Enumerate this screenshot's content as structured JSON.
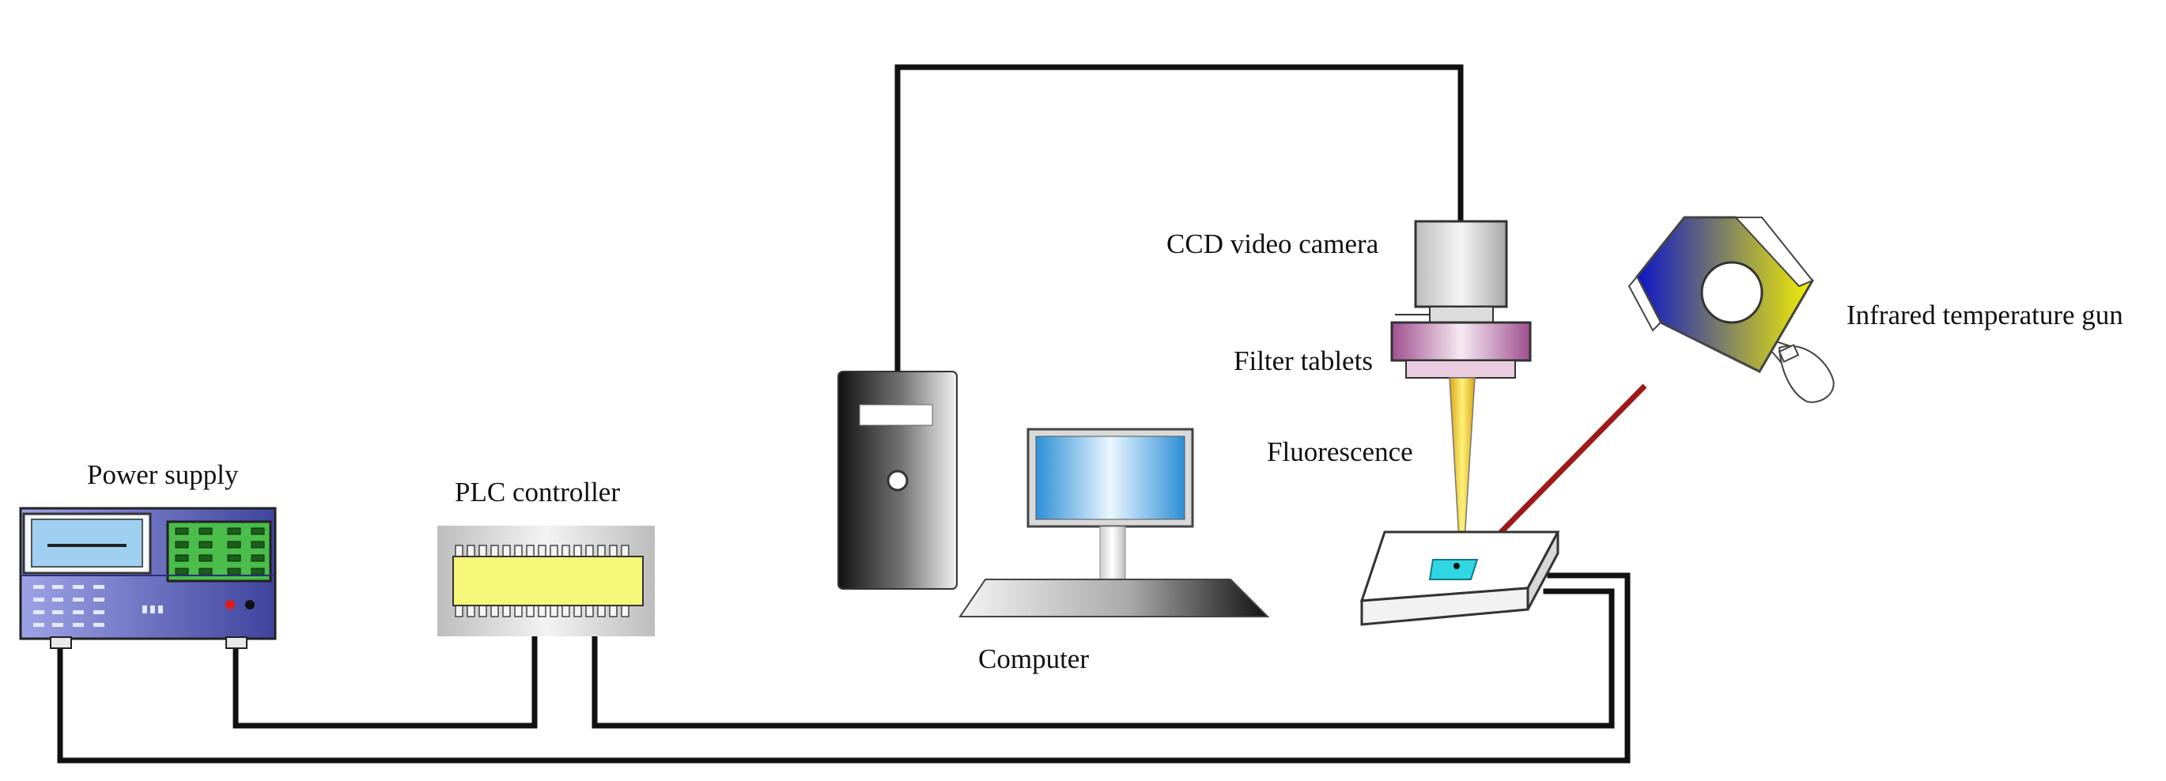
{
  "labels": {
    "power_supply": "Power supply",
    "plc_controller": "PLC controller",
    "computer": "Computer",
    "ccd_camera": "CCD video camera",
    "filter_tablets": "Filter tablets",
    "fluorescence": "Fluorescence",
    "infrared_gun": "Infrared temperature gun"
  },
  "colors": {
    "wire": "#111111",
    "power_supply_body": "#6d72c4",
    "plc_body": "#f7f77a",
    "monitor_screen": "#49a4df",
    "filter": "#b05a9c",
    "fluorescence_beam": "#f2c72c",
    "laser": "#a01818",
    "sample": "#2fd6e3",
    "gun_gradient_start": "#0b14c8",
    "gun_gradient_end": "#f4f000"
  },
  "icons": {
    "power_supply": "power-supply-icon",
    "plc_controller": "plc-chip-icon",
    "tower": "computer-tower-icon",
    "monitor": "monitor-icon",
    "camera": "ccd-camera-icon",
    "gun": "infrared-gun-icon",
    "stage": "sample-stage-icon"
  }
}
